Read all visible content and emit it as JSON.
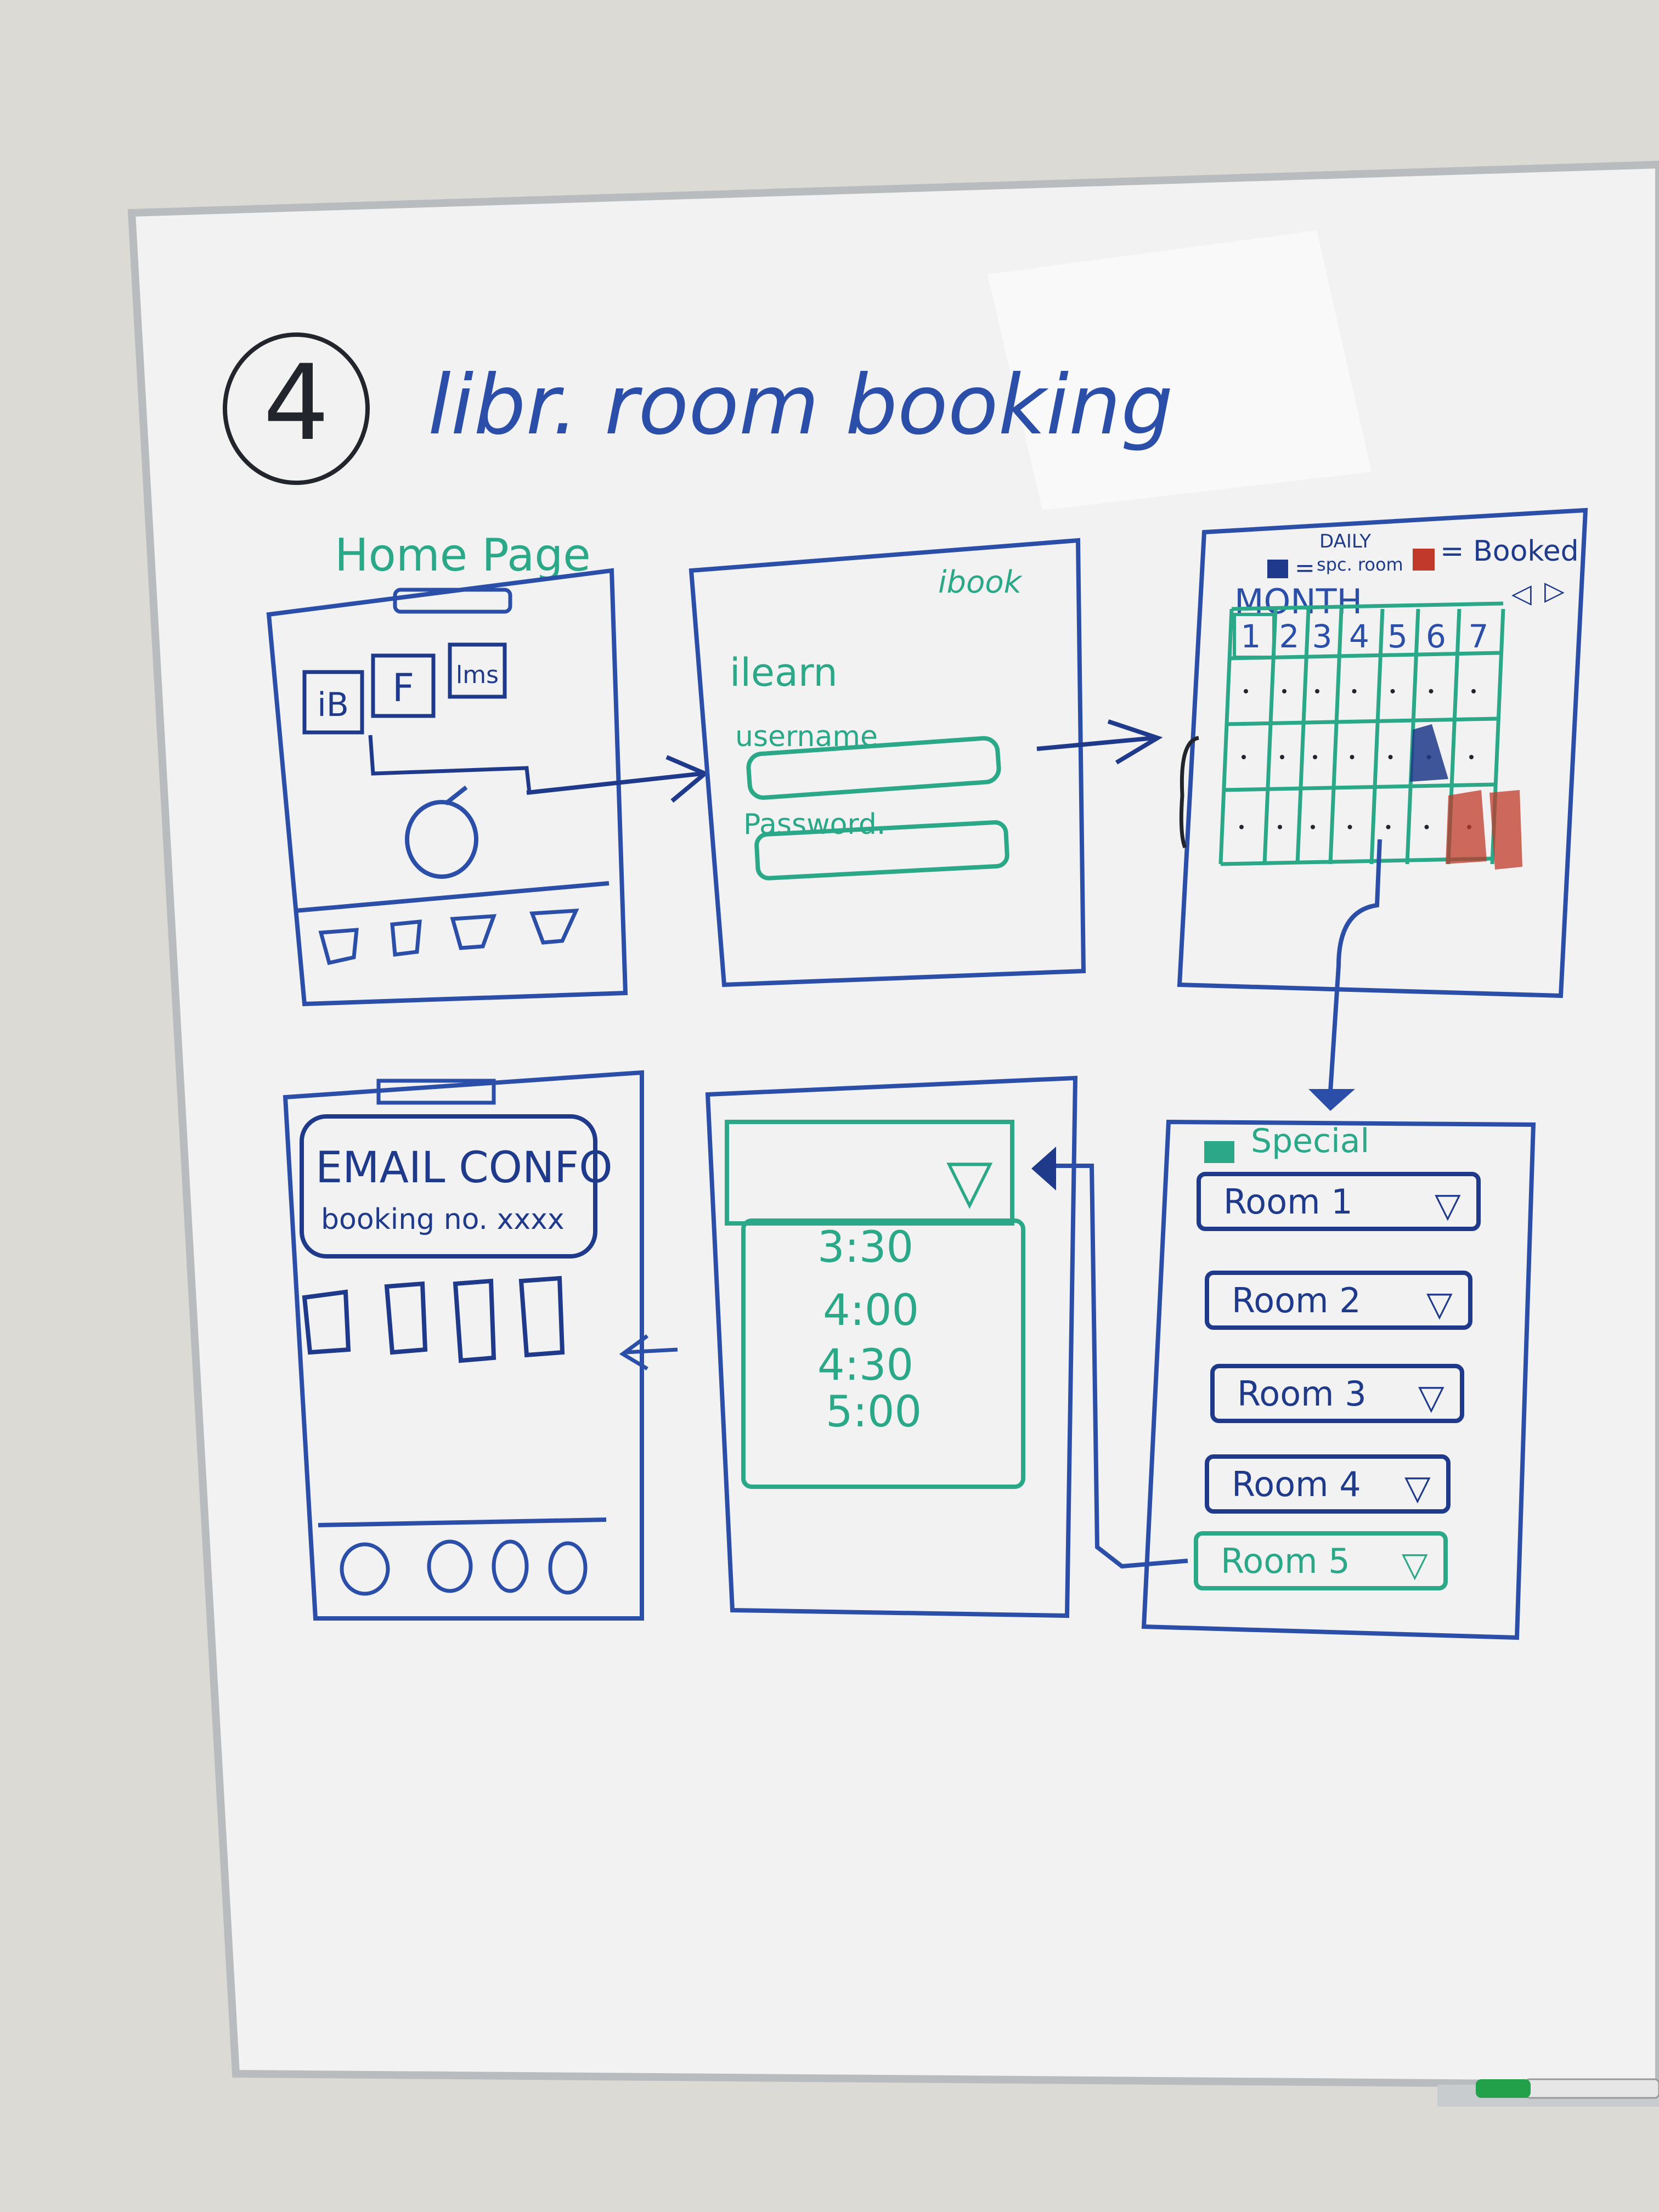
{
  "title": {
    "number": "4",
    "text": "libr. room booking"
  },
  "colors": {
    "blue": "#2b4fa8",
    "teal": "#2aa888",
    "dark": "#22252c",
    "navy": "#1f3a8a",
    "red": "#c0392b",
    "board": "#f1f2f1",
    "frame": "#b9bcbf",
    "wall": "#dcdad5"
  },
  "home": {
    "label": "Home Page",
    "tiles": [
      "iB",
      "F",
      "lms"
    ]
  },
  "login": {
    "brand": "ibook",
    "heading": "ilearn",
    "username_label": "username",
    "password_label": "Password."
  },
  "calendar": {
    "legend_daily": "DAILY",
    "legend_special": "spc. room",
    "legend_equals": "=",
    "legend_booked": "= Booked",
    "month": "MONTH",
    "nav": [
      "◁",
      "▷"
    ],
    "days": [
      "1",
      "2",
      "3",
      "4",
      "5",
      "6",
      "7"
    ]
  },
  "rooms": {
    "heading": "Special",
    "items": [
      "Room 1",
      "Room 2",
      "Room 3",
      "Room 4",
      "Room 5"
    ]
  },
  "times": {
    "slots": [
      "3:30",
      "4:00",
      "4:30",
      "5:00"
    ]
  },
  "confirm": {
    "heading": "EMAIL CONFO",
    "booking": "booking no. xxxx"
  }
}
